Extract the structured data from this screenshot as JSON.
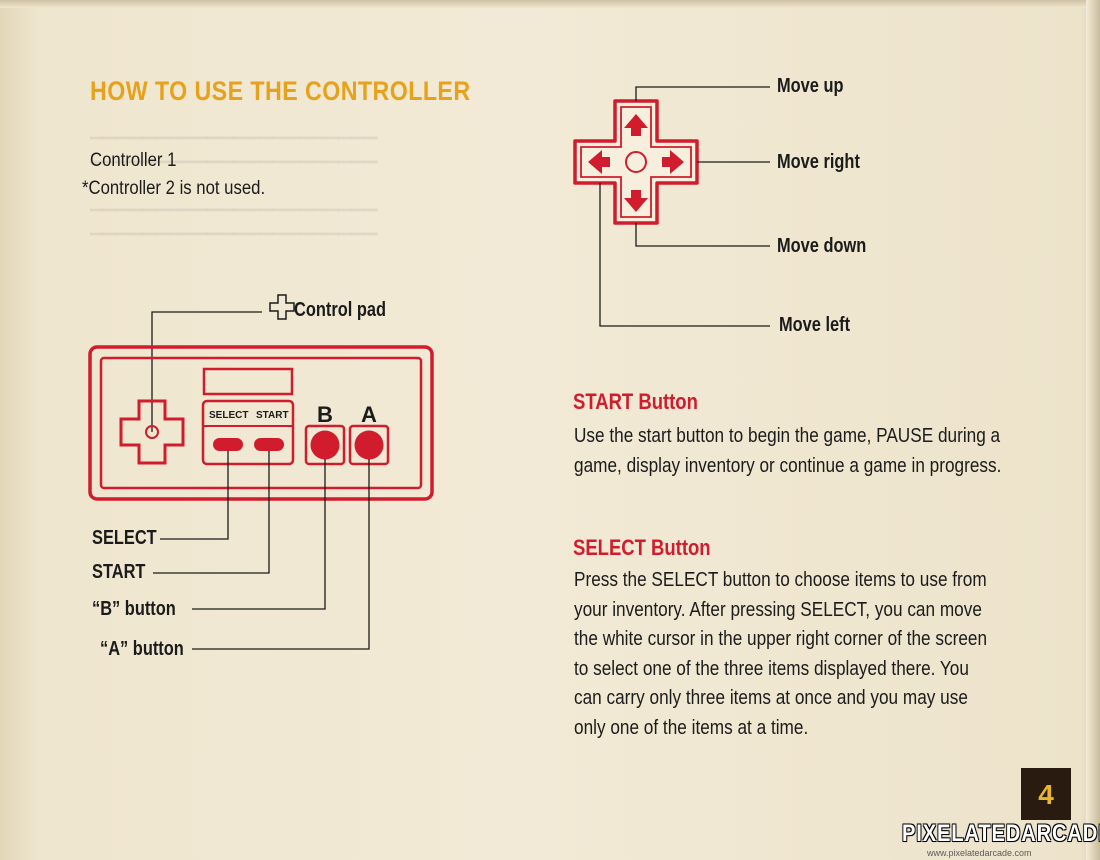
{
  "page": {
    "title": "HOW TO USE THE CONTROLLER",
    "page_number": "4"
  },
  "controller_note": {
    "line1": "Controller 1",
    "line2": "*Controller 2 is not used."
  },
  "diagram": {
    "control_pad_label": "Control pad",
    "select_small": "SELECT",
    "start_small": "START",
    "b_letter": "B",
    "a_letter": "A",
    "labels": {
      "select": "SELECT",
      "start": "START",
      "b_button": "“B” button",
      "a_button": "“A” button"
    }
  },
  "dpad_diagram": {
    "move_up": "Move up",
    "move_right": "Move right",
    "move_down": "Move down",
    "move_left": "Move left"
  },
  "start_section": {
    "heading": "START Button",
    "body": "Use the start button to begin the game, PAUSE during a game, display inventory or continue a game in progress."
  },
  "select_section": {
    "heading": "SELECT Button",
    "body": "Press the SELECT button to choose items to use from your inventory. After pressing SELECT, you can move the white cursor in the upper right corner of the screen to select one of the three items displayed there. You can carry only three items at once and you may use only one of the items at a time."
  },
  "watermark": {
    "brand": "PIXELATEDARCADE",
    "url": "www.pixelatedarcade.com"
  },
  "colors": {
    "title_orange": "#e7a11a",
    "controller_red": "#d01c2c",
    "heading_red": "#d01c2c",
    "paper": "#efe6cf"
  }
}
